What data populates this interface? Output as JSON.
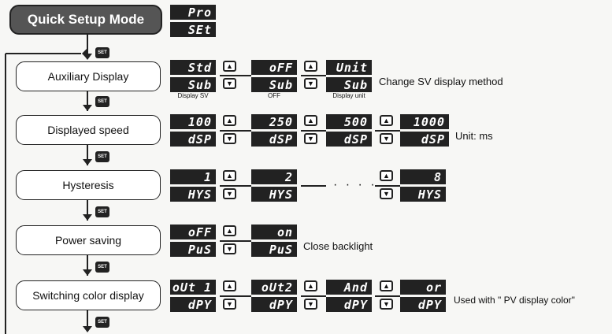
{
  "header": {
    "mode_label": "Quick Setup Mode",
    "display": {
      "top": "Pro",
      "bottom": "SEt"
    }
  },
  "set_icon_label": "SET",
  "steps": [
    {
      "label": "Auxiliary Display",
      "options": [
        {
          "top": "Std",
          "bottom": "Sub",
          "caption": "Display SV"
        },
        {
          "top": "oFF",
          "bottom": "Sub",
          "caption": "OFF"
        },
        {
          "top": "Unit",
          "bottom": "Sub",
          "caption": "Display unit"
        }
      ],
      "note": "Change SV display method"
    },
    {
      "label": "Displayed speed",
      "options": [
        {
          "top": "100",
          "bottom": "dSP"
        },
        {
          "top": "250",
          "bottom": "dSP"
        },
        {
          "top": "500",
          "bottom": "dSP"
        },
        {
          "top": "1000",
          "bottom": "dSP"
        }
      ],
      "note": "Unit: ms"
    },
    {
      "label": "Hysteresis",
      "options": [
        {
          "top": "1",
          "bottom": "HYS"
        },
        {
          "top": "2",
          "bottom": "HYS"
        },
        {
          "top": "8",
          "bottom": "HYS"
        }
      ],
      "ellipsis": "· · · ·"
    },
    {
      "label": "Power saving",
      "options": [
        {
          "top": "oFF",
          "bottom": "PuS"
        },
        {
          "top": "on",
          "bottom": "PuS"
        }
      ],
      "note": "Close backlight"
    },
    {
      "label": "Switching color display",
      "options": [
        {
          "top": "oUt 1",
          "bottom": "dPY"
        },
        {
          "top": "oUt2",
          "bottom": "dPY"
        },
        {
          "top": "And",
          "bottom": "dPY"
        },
        {
          "top": "or",
          "bottom": "dPY"
        }
      ],
      "note": "Used with \" PV display color\""
    }
  ],
  "icons": {
    "up": "▲",
    "down": "▼"
  }
}
